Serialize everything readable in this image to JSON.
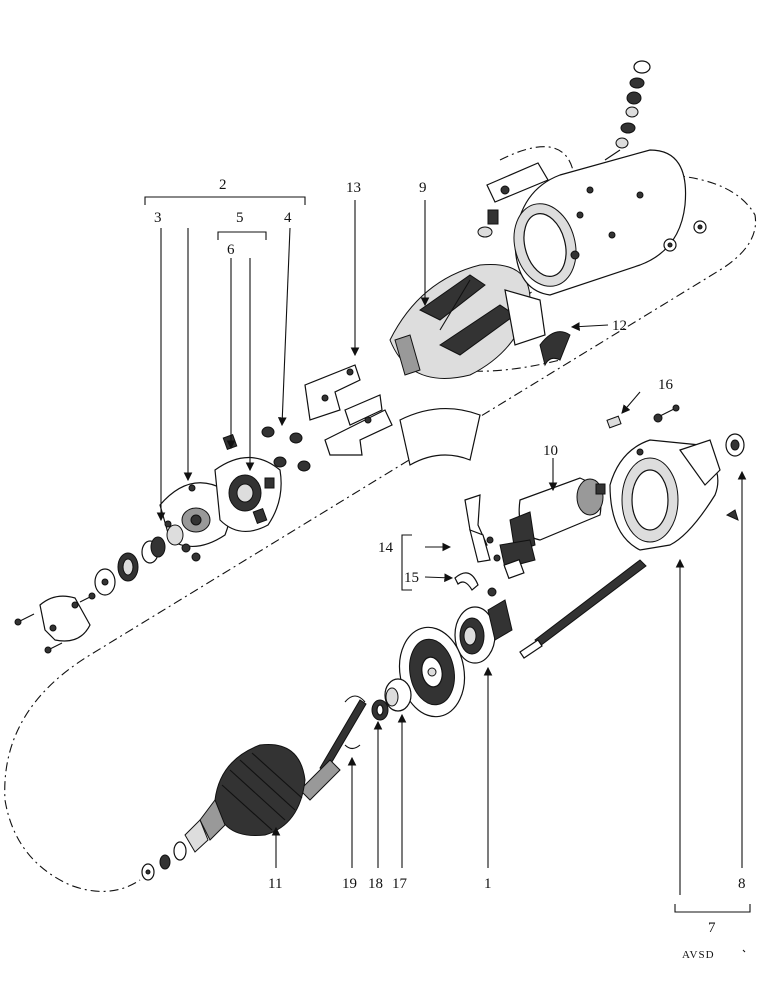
{
  "labels": {
    "l1": "1",
    "l2": "2",
    "l3": "3",
    "l4": "4",
    "l5": "5",
    "l6": "6",
    "l7": "7",
    "l8": "8",
    "l9": "9",
    "l10": "10",
    "l11": "11",
    "l12": "12",
    "l13": "13",
    "l14": "14",
    "l15": "15",
    "l16": "16",
    "l17": "17",
    "l18": "18",
    "l19": "19"
  },
  "code": "AVSD"
}
